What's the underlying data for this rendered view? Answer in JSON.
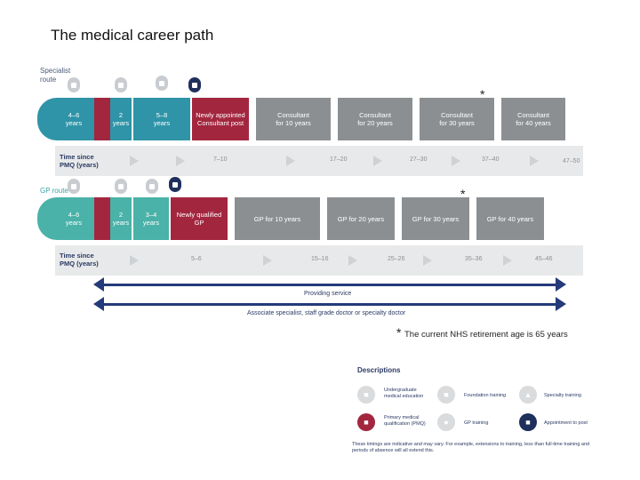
{
  "title": "The medical career path",
  "specialist_route": {
    "label_line1": "Specialist",
    "label_line2": "route",
    "stages": [
      {
        "line1": "4–6",
        "line2": "years"
      },
      {
        "line1": "2",
        "line2": "years"
      },
      {
        "line1": "5–8",
        "line2": "years"
      },
      {
        "line1": "Newly appointed",
        "line2": "Consultant post"
      },
      {
        "line1": "Consultant",
        "line2": "for 10 years"
      },
      {
        "line1": "Consultant",
        "line2": "for 20 years"
      },
      {
        "line1": "Consultant",
        "line2": "for 30 years"
      },
      {
        "line1": "Consultant",
        "line2": "for 40 years"
      }
    ],
    "time_label_line1": "Time since",
    "time_label_line2": "PMQ (years)",
    "time_values": [
      "7–10",
      "17–20",
      "27–30",
      "37–40",
      "47–50"
    ]
  },
  "gp_route": {
    "label": "GP route",
    "stages": [
      {
        "line1": "4–6",
        "line2": "years"
      },
      {
        "line1": "2",
        "line2": "years"
      },
      {
        "line1": "3–4",
        "line2": "years"
      },
      {
        "line1": "Newly qualified",
        "line2": "GP"
      },
      {
        "line1": "GP for 10 years",
        "line2": ""
      },
      {
        "line1": "GP for 20 years",
        "line2": ""
      },
      {
        "line1": "GP for 30 years",
        "line2": ""
      },
      {
        "line1": "GP for 40 years",
        "line2": ""
      }
    ],
    "time_label_line1": "Time since",
    "time_label_line2": "PMQ (years)",
    "time_values": [
      "5–6",
      "15–16",
      "25–26",
      "35–36",
      "45–46"
    ]
  },
  "bars": {
    "providing_service": "Providing service",
    "associate": "Associate specialist, staff grade doctor or specialty doctor"
  },
  "asterisk": "*",
  "footnote": "The current NHS retirement age is 65 years",
  "descriptions": {
    "title": "Descriptions",
    "items": [
      {
        "icon": "book-icon",
        "text": "Undergraduate medical education"
      },
      {
        "icon": "clipboard-icon",
        "text": "Foundation training"
      },
      {
        "icon": "house-icon",
        "text": "Specialty training"
      },
      {
        "icon": "graduation-cap-icon",
        "text": "Primary medical qualification (PMQ)"
      },
      {
        "icon": "stethoscope-icon",
        "text": "GP training"
      },
      {
        "icon": "briefcase-icon",
        "text": "Appointment to post"
      }
    ],
    "note": "These timings are indicative and may vary. For example, extensions to training, less than full-time training and periods of absence will all extend this."
  },
  "colors": {
    "teal_dark": "#2f94a7",
    "teal_light": "#4ab2a8",
    "red": "#a3263f",
    "grey": "#8c8f92",
    "navy": "#1f2f5c"
  }
}
